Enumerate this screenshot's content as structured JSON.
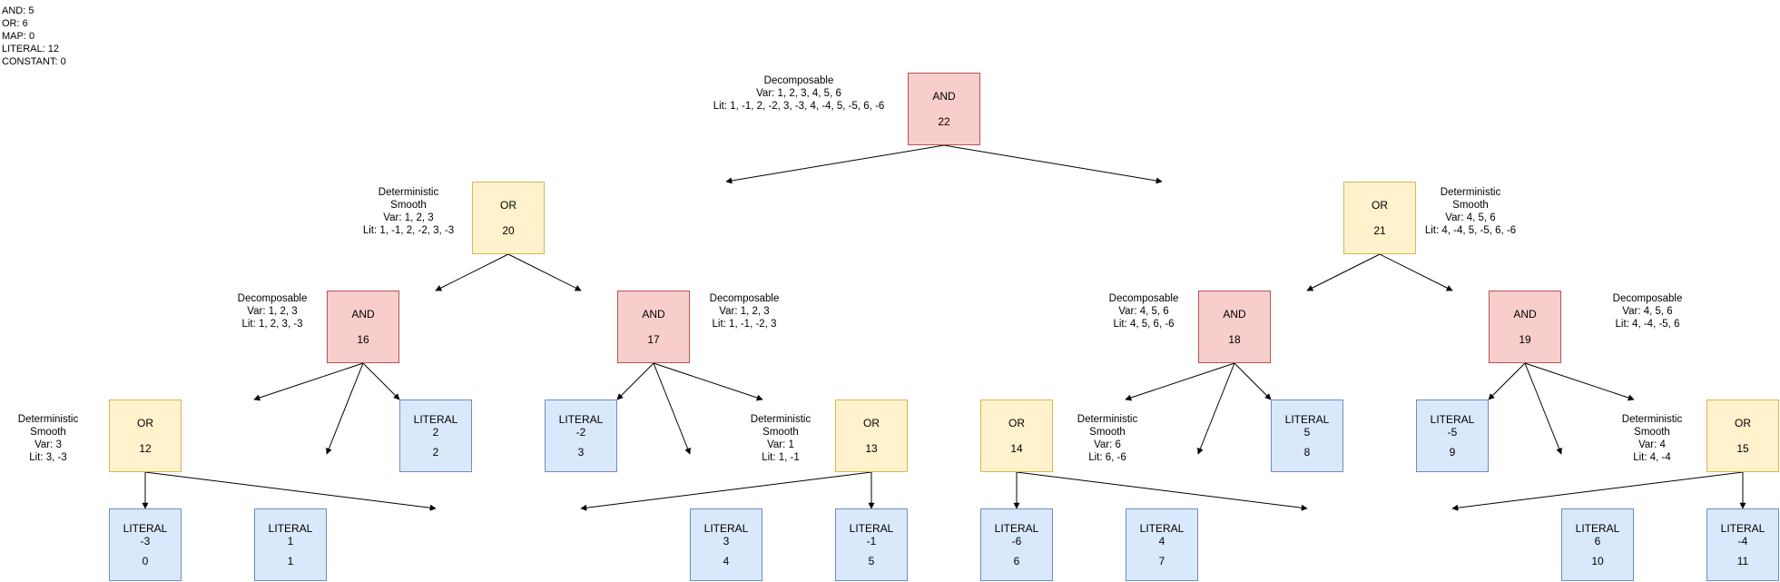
{
  "stats": [
    "AND: 5",
    "OR: 6",
    "MAP: 0",
    "LITERAL: 12",
    "CONSTANT: 0"
  ],
  "nodes": [
    {
      "id": "22",
      "type": "AND",
      "label": "AND"
    },
    {
      "id": "20",
      "type": "OR",
      "label": "OR"
    },
    {
      "id": "21",
      "type": "OR",
      "label": "OR"
    },
    {
      "id": "16",
      "type": "AND",
      "label": "AND"
    },
    {
      "id": "17",
      "type": "AND",
      "label": "AND"
    },
    {
      "id": "18",
      "type": "AND",
      "label": "AND"
    },
    {
      "id": "19",
      "type": "AND",
      "label": "AND"
    },
    {
      "id": "12",
      "type": "OR",
      "label": "OR"
    },
    {
      "id": "2",
      "type": "LITERAL",
      "label": "LITERAL",
      "lit": "2"
    },
    {
      "id": "3",
      "type": "LITERAL",
      "label": "LITERAL",
      "lit": "-2"
    },
    {
      "id": "13",
      "type": "OR",
      "label": "OR"
    },
    {
      "id": "14",
      "type": "OR",
      "label": "OR"
    },
    {
      "id": "8",
      "type": "LITERAL",
      "label": "LITERAL",
      "lit": "5"
    },
    {
      "id": "9",
      "type": "LITERAL",
      "label": "LITERAL",
      "lit": "-5"
    },
    {
      "id": "15",
      "type": "OR",
      "label": "OR"
    },
    {
      "id": "0",
      "type": "LITERAL",
      "label": "LITERAL",
      "lit": "-3"
    },
    {
      "id": "1",
      "type": "LITERAL",
      "label": "LITERAL",
      "lit": "1"
    },
    {
      "id": "4",
      "type": "LITERAL",
      "label": "LITERAL",
      "lit": "3"
    },
    {
      "id": "5",
      "type": "LITERAL",
      "label": "LITERAL",
      "lit": "-1"
    },
    {
      "id": "6",
      "type": "LITERAL",
      "label": "LITERAL",
      "lit": "-6"
    },
    {
      "id": "7",
      "type": "LITERAL",
      "label": "LITERAL",
      "lit": "4"
    },
    {
      "id": "10",
      "type": "LITERAL",
      "label": "LITERAL",
      "lit": "6"
    },
    {
      "id": "11",
      "type": "LITERAL",
      "label": "LITERAL",
      "lit": "-4"
    }
  ],
  "edges": [
    [
      "22",
      "20"
    ],
    [
      "22",
      "21"
    ],
    [
      "20",
      "16"
    ],
    [
      "20",
      "17"
    ],
    [
      "21",
      "18"
    ],
    [
      "21",
      "19"
    ],
    [
      "16",
      "12"
    ],
    [
      "16",
      "1"
    ],
    [
      "16",
      "2"
    ],
    [
      "17",
      "3"
    ],
    [
      "17",
      "4"
    ],
    [
      "17",
      "13"
    ],
    [
      "18",
      "14"
    ],
    [
      "18",
      "7"
    ],
    [
      "18",
      "8"
    ],
    [
      "19",
      "9"
    ],
    [
      "19",
      "10"
    ],
    [
      "19",
      "15"
    ],
    [
      "12",
      "0"
    ],
    [
      "12",
      "4"
    ],
    [
      "13",
      "1"
    ],
    [
      "13",
      "5"
    ],
    [
      "14",
      "6"
    ],
    [
      "14",
      "10"
    ],
    [
      "15",
      "7"
    ],
    [
      "15",
      "11"
    ]
  ],
  "annotations": [
    {
      "node": "22",
      "lines": [
        "Decomposable",
        "Var: 1, 2, 3, 4, 5, 6",
        "Lit: 1, -1, 2, -2, 3, -3, 4, -4, 5, -5, 6, -6"
      ]
    },
    {
      "node": "20",
      "lines": [
        "Deterministic",
        "Smooth",
        "Var: 1, 2, 3",
        "Lit: 1, -1, 2, -2, 3, -3"
      ]
    },
    {
      "node": "21",
      "lines": [
        "Deterministic",
        "Smooth",
        "Var: 4, 5, 6",
        "Lit: 4, -4, 5, -5, 6, -6"
      ]
    },
    {
      "node": "16",
      "lines": [
        "Decomposable",
        "Var: 1, 2, 3",
        "Lit: 1, 2, 3, -3"
      ]
    },
    {
      "node": "17",
      "lines": [
        "Decomposable",
        "Var: 1, 2, 3",
        "Lit: 1, -1, -2, 3"
      ]
    },
    {
      "node": "18",
      "lines": [
        "Decomposable",
        "Var: 4, 5, 6",
        "Lit: 4, 5, 6, -6"
      ]
    },
    {
      "node": "19",
      "lines": [
        "Decomposable",
        "Var: 4, 5, 6",
        "Lit: 4, -4, -5, 6"
      ]
    },
    {
      "node": "12",
      "lines": [
        "Deterministic",
        "Smooth",
        "Var: 3",
        "Lit: 3, -3"
      ]
    },
    {
      "node": "13",
      "lines": [
        "Deterministic",
        "Smooth",
        "Var: 1",
        "Lit: 1, -1"
      ]
    },
    {
      "node": "14",
      "lines": [
        "Deterministic",
        "Smooth",
        "Var: 6",
        "Lit: 6, -6"
      ]
    },
    {
      "node": "15",
      "lines": [
        "Deterministic",
        "Smooth",
        "Var: 4",
        "Lit: 4, -4"
      ]
    }
  ]
}
